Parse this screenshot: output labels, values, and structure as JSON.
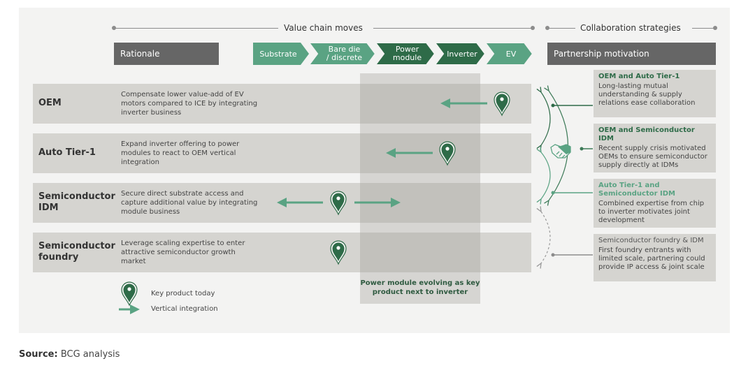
{
  "header": {
    "value_chain_label": "Value chain moves",
    "collaboration_label": "Collaboration strategies",
    "rationale_label": "Rationale",
    "partnership_label": "Partnership motivation",
    "chain_steps": [
      "Substrate",
      "Bare die / discrete",
      "Power module",
      "Inverter",
      "EV"
    ]
  },
  "rows": [
    {
      "actor": "OEM",
      "rationale": "Compensate lower value-add of EV motors compared to ICE by integrating inverter business",
      "key_product": "EV",
      "moves": [
        "left"
      ]
    },
    {
      "actor": "Auto Tier-1",
      "rationale": "Expand inverter offering to power modules to react to OEM vertical integration",
      "key_product": "Inverter",
      "moves": [
        "left"
      ]
    },
    {
      "actor": "Semiconductor IDM",
      "rationale": "Secure direct substrate access and capture additional value by integrating module business",
      "key_product": "Bare die / discrete",
      "moves": [
        "left",
        "right"
      ]
    },
    {
      "actor": "Semiconductor foundry",
      "rationale": "Leverage scaling expertise to enter attractive semiconductor growth market",
      "key_product": "Bare die / discrete",
      "moves": []
    }
  ],
  "power_module_note": "Power module evolving as key product next to inverter",
  "partnerships": [
    {
      "title": "OEM and Auto Tier-1",
      "body": "Long-lasting mutual understanding & supply relations ease collaboration"
    },
    {
      "title": "OEM and Semiconductor IDM",
      "body": "Recent supply crisis motivated OEMs to ensure semiconductor supply directly at IDMs"
    },
    {
      "title": "Auto Tier-1 and Semiconductor IDM",
      "body": "Combined expertise from chip to inverter motivates joint development"
    },
    {
      "title": "Semiconductor foundry & IDM",
      "body": "First foundry entrants with limited scale, partnering could provide IP access & joint scale"
    }
  ],
  "legend": {
    "key_product": "Key product today",
    "vertical_integration": "Vertical integration"
  },
  "source": {
    "label": "Source:",
    "text": "BCG analysis"
  },
  "colors": {
    "light_green": "#5aa383",
    "dark_green": "#2e6b48",
    "dark_bar": "#666666",
    "band": "#d5d4d0"
  }
}
